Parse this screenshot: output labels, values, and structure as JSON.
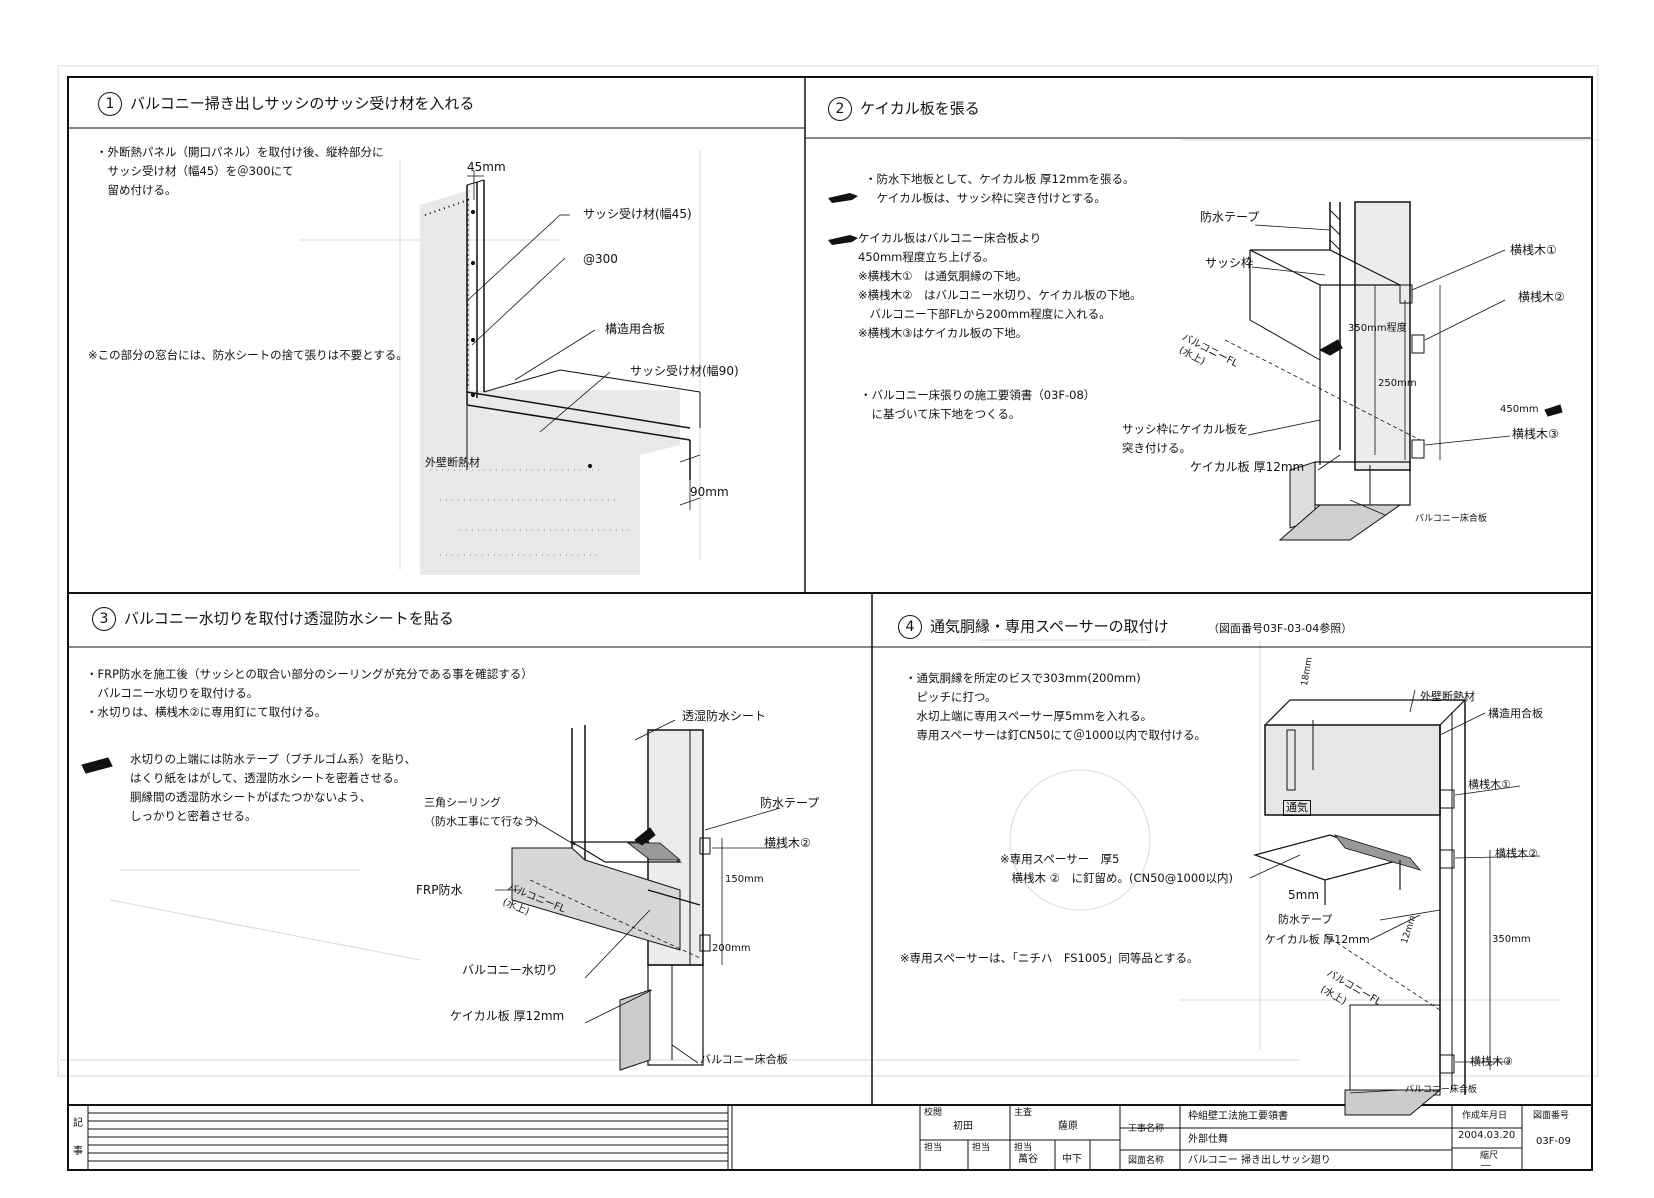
{
  "panels": [
    {
      "num": "1",
      "title": "バルコニー掃き出しサッシのサッシ受け材を入れる",
      "notes": "・外断熱パネル（開口パネル）を取付け後、縦枠部分に\n　サッシ受け材（幅45）を＠300にて\n　留め付ける。",
      "remark": "※この部分の窓台には、防水シートの捨て張りは不要とする。",
      "labels": {
        "dim45": "45mm",
        "sash_receiver45": "サッシ受け材(幅45)",
        "pitch": "@300",
        "plywood": "構造用合板",
        "sash_receiver90": "サッシ受け材(幅90)",
        "insulation": "外壁断熱材",
        "dim90": "90mm"
      }
    },
    {
      "num": "2",
      "title": "ケイカル板を張る",
      "notes1": "・防水下地板として、ケイカル板 厚12mmを張る。\n　ケイカル板は、サッシ枠に突き付けとする。",
      "notes2": "ケイカル板はバルコニー床合板より\n450mm程度立ち上げる。\n※横桟木①　は通気胴縁の下地。\n※横桟木②　はバルコニー水切り、ケイカル板の下地。\n　バルコニー下部FLから200mm程度に入れる。\n※横桟木③はケイカル板の下地。",
      "notes3": "・バルコニー床張りの施工要領書（03F-08）\n　に基づいて床下地をつくる。",
      "labels": {
        "tape": "防水テープ",
        "sash_frame": "サッシ枠",
        "batten1": "横桟木①",
        "batten2": "横桟木②",
        "batten3": "横桟木③",
        "dim350": "350mm程度",
        "dim250": "250mm",
        "dim450": "450mm",
        "fl": "バルコニーFL",
        "water_level": "(水上)",
        "butt_note": "サッシ枠にケイカル板を\n突き付ける。",
        "board": "ケイカル板 厚12mm",
        "floor": "バルコニー床合板"
      }
    },
    {
      "num": "3",
      "title": "バルコニー水切りを取付け透湿防水シートを貼る",
      "notes1": "・FRP防水を施工後（サッシとの取合い部分のシーリングが充分である事を確認する）\n　バルコニー水切りを取付ける。\n・水切りは、横桟木②に専用釘にて取付ける。",
      "notes2": "水切りの上端には防水テープ（ブチルゴム系）を貼り、\nはくり紙をはがして、透湿防水シートを密着させる。\n胴縁間の透湿防水シートがばたつかないよう、\nしっかりと密着させる。",
      "labels": {
        "membrane": "透湿防水シート",
        "sealing": "三角シーリング\n（防水工事にて行なう）",
        "tape": "防水テープ",
        "batten2": "横桟木②",
        "dim150": "150mm",
        "frp": "FRP防水",
        "fl": "バルコニーFL",
        "water_level": "(水上)",
        "dim200": "200mm",
        "flashing": "バルコニー水切り",
        "board": "ケイカル板 厚12mm",
        "floor": "バルコニー床合板"
      }
    },
    {
      "num": "4",
      "title": "通気胴縁・専用スペーサーの取付け",
      "ref": "（図面番号03F-03-04参照）",
      "notes1": "・通気胴縁を所定のビスで303mm(200mm)\n　ピッチに打つ。\n　水切上端に専用スペーサー厚5mmを入れる。\n　専用スペーサーは釘CN50にて＠1000以内で取付ける。",
      "spacer_note": "※専用スペーサー　厚5\n　横桟木 ②　に釘留め。(CN50@1000以内)",
      "remark": "※専用スペーサーは、「ニチハ　FS1005」同等品とする。",
      "labels": {
        "dim18": "18mm",
        "insulation": "外壁断熱材",
        "plywood": "構造用合板",
        "batten1": "横桟木①",
        "vent": "通気",
        "batten2": "横桟木②",
        "dim5": "5mm",
        "tape": "防水テープ",
        "board": "ケイカル板 厚12mm",
        "dim12": "12mm",
        "dim350": "350mm",
        "fl": "バルコニーFL",
        "water_level": "(水上)",
        "batten3": "横桟木③",
        "floor": "バルコニー床合板"
      }
    }
  ],
  "title_block": {
    "kiji": "記",
    "ji": "事",
    "checked_label": "校閲",
    "checked_name": "初田",
    "chief_label": "主査",
    "chief_name": "薩原",
    "in_charge_label": "担当",
    "in_charge2_label": "担当",
    "drafter_label": "担当",
    "drafter_name1": "萬谷",
    "drafter_name2": "中下",
    "work_name_label": "工事名称",
    "work_name": "枠組壁工法施工要領書",
    "work_sub": "外部仕舞",
    "drawing_name_label": "図面名称",
    "drawing_name": "バルコニー 掃き出しサッシ廻り",
    "date_label": "作成年月日",
    "date": "2004.03.20",
    "scale_label": "縮尺",
    "scale": "―",
    "number_label": "図面番号",
    "number": "03F-09"
  }
}
